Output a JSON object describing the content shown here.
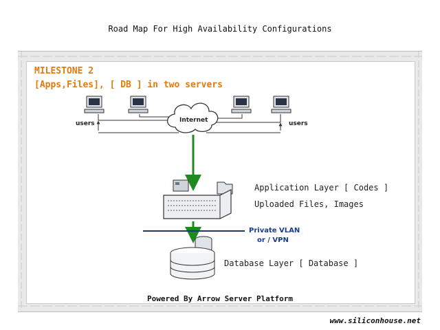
{
  "title": "Road Map For High Availability Configurations",
  "milestone": "MILESTONE 2",
  "subtitle": "[Apps,Files], [ DB ] in two servers",
  "users_left": "users",
  "users_right": "users",
  "internet_label": "Internet",
  "app_layer_line1": "Application Layer [ Codes ]",
  "app_layer_line2": "Uploaded Files, Images",
  "vlan_line1": "Private VLAN",
  "vlan_line2": "or / VPN",
  "db_layer": "Database Layer [ Database ]",
  "powered_by": "Powered By Arrow Server Platform",
  "footer_url": "www.siliconhouse.net",
  "colors": {
    "accent": "#e07a10",
    "arrow": "#1f8a1f",
    "vlan_line": "#1a3a6c",
    "vlan_text": "#1a3a8c"
  }
}
